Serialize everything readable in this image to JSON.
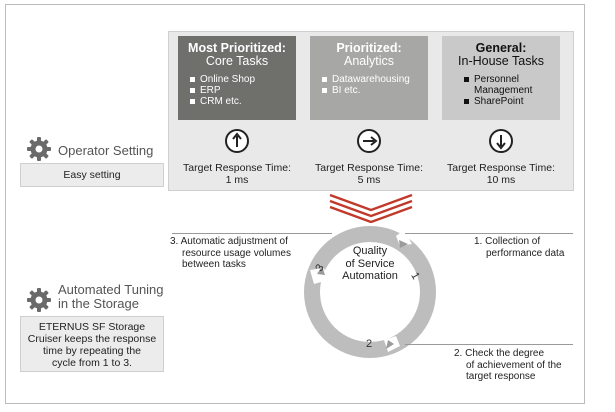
{
  "operator": {
    "heading": "Operator Setting",
    "box": "Easy setting"
  },
  "tasks": [
    {
      "title": "Most Prioritized:",
      "subtitle": "Core Tasks",
      "items": [
        "Online Shop",
        "ERP",
        "CRM etc."
      ],
      "icon": "arrow-up-circle-icon",
      "response": [
        "Target Response Time:",
        "1 ms"
      ]
    },
    {
      "title": "Prioritized:",
      "subtitle": "Analytics",
      "items": [
        "Datawarehousing",
        "BI etc."
      ],
      "icon": "arrow-right-circle-icon",
      "response": [
        "Target Response Time:",
        "5 ms"
      ]
    },
    {
      "title": "General:",
      "subtitle": "In-House Tasks",
      "items": [
        "Personnel Management",
        "SharePoint"
      ],
      "icon": "arrow-down-circle-icon",
      "response": [
        "Target Response Time:",
        "10 ms"
      ]
    }
  ],
  "automated": {
    "heading_lines": [
      "Automated Tuning",
      "in the Storage"
    ],
    "box_lines": [
      "ETERNUS SF Storage",
      "Cruiser keeps the response",
      "time by repeating the",
      "cycle from 1 to 3."
    ]
  },
  "cycle": {
    "center_lines": [
      "Quality",
      "of Service",
      "Automation"
    ],
    "numbers": [
      "1",
      "2",
      "3"
    ]
  },
  "steps": {
    "step1": [
      "1.  Collection of",
      "performance data"
    ],
    "step2": [
      "2.  Check the degree",
      "of achievement of the",
      "target response"
    ],
    "step3": [
      "3.  Automatic adjustment of",
      "resource usage volumes",
      "between tasks"
    ]
  },
  "colors": {
    "card_core": "#6f6f6c",
    "card_analytics": "#a7a7a5",
    "card_inhouse": "#c9c9c9",
    "chevron": "#c0392b",
    "cycle_ring": "#bdbdbd"
  }
}
